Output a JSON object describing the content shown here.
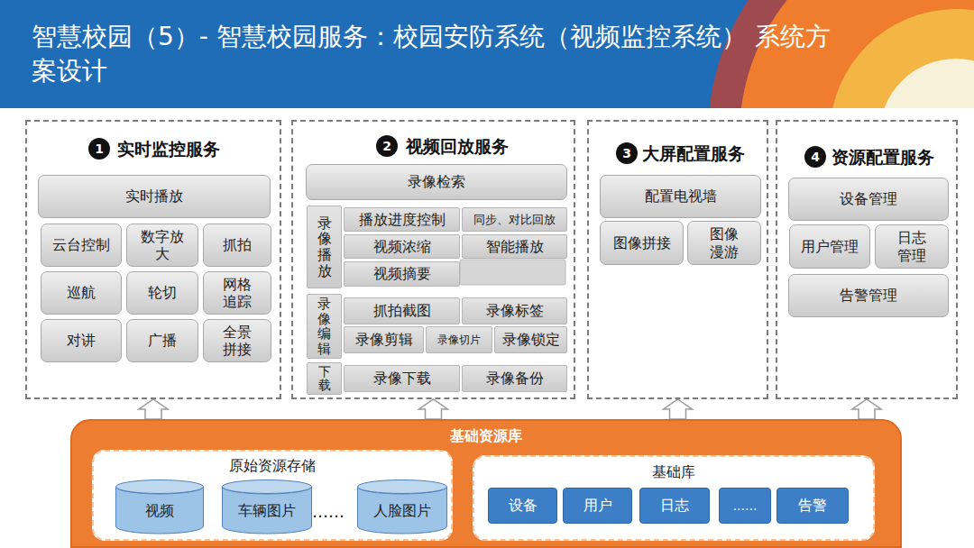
{
  "diagram": {
    "title": "智慧校园（5）- 智慧校园服务：校园安防系统（视频监控系统） 系统方案设计",
    "nodes": [
      {
        "text": [
          "实时监控服务"
        ]
      },
      {
        "text": [
          "1"
        ],
        "in": 0
      },
      {
        "text": [
          "实时播放"
        ],
        "in": 0
      },
      {
        "text": [
          "云台控制"
        ],
        "in": 0
      },
      {
        "text": [
          "数字放 大"
        ],
        "in": 0
      },
      {
        "text": [
          "抓拍"
        ],
        "in": 0
      },
      {
        "text": [
          "巡航"
        ],
        "in": 0
      },
      {
        "text": [
          "轮切"
        ],
        "in": 0
      },
      {
        "text": [
          "网格 追踪"
        ],
        "in": 0
      },
      {
        "text": [
          "对讲"
        ],
        "in": 0
      },
      {
        "text": [
          "广播"
        ],
        "in": 0
      },
      {
        "text": [
          "全景 拼接"
        ],
        "in": 0
      },
      {
        "text": [
          "视频回放服务"
        ]
      },
      {
        "text": [
          "2"
        ],
        "in": 12
      },
      {
        "text": [
          "录像检索"
        ],
        "in": 12
      },
      {
        "text": [
          "录像播放"
        ],
        "in": 12
      },
      {
        "text": [
          "播放进度控制"
        ],
        "in": 12
      },
      {
        "text": [
          "同步、对比回放"
        ],
        "in": 12
      },
      {
        "text": [
          "视频浓缩"
        ],
        "in": 12
      },
      {
        "text": [
          "智能播放"
        ],
        "in": 12
      },
      {
        "text": [
          "视频摘要"
        ],
        "in": 12
      },
      {
        "text": [
          "录像编辑"
        ],
        "in": 12
      },
      {
        "text": [
          "抓拍截图"
        ],
        "in": 12
      },
      {
        "text": [
          "录像标签"
        ],
        "in": 12
      },
      {
        "text": [
          "录像剪辑"
        ],
        "in": 12
      },
      {
        "text": [
          "录像切片"
        ],
        "in": 12
      },
      {
        "text": [
          "录像锁定"
        ],
        "in": 12
      },
      {
        "text": [
          "下载"
        ],
        "in": 12
      },
      {
        "text": [
          "录像下载"
        ],
        "in": 12
      },
      {
        "text": [
          "录像备份"
        ],
        "in": 12
      },
      {
        "text": [
          "大屏配置服务"
        ]
      },
      {
        "text": [
          "3"
        ],
        "in": 30
      },
      {
        "text": [
          "配置电视墙"
        ],
        "in": 30
      },
      {
        "text": [
          "图像拼接"
        ],
        "in": 30
      },
      {
        "text": [
          "图像 漫游"
        ],
        "in": 30
      },
      {
        "text": [
          "资源配置服务"
        ]
      },
      {
        "text": [
          "4"
        ],
        "in": 35
      },
      {
        "text": [
          "设备管理"
        ],
        "in": 35
      },
      {
        "text": [
          "用户管理"
        ],
        "in": 35
      },
      {
        "text": [
          "日志 管理"
        ],
        "in": 35
      },
      {
        "text": [
          "告警管理"
        ],
        "in": 35
      },
      {
        "text": [
          "基础资源库"
        ]
      },
      {
        "text": [
          "原始资源存储"
        ],
        "in": 41
      },
      {
        "text": [
          "视频"
        ],
        "in": 42
      },
      {
        "text": [
          "车辆图片"
        ],
        "in": 42
      },
      {
        "text": [
          "人脸图片"
        ],
        "in": 42
      },
      {
        "text": [
          "基础库"
        ],
        "in": 41
      },
      {
        "text": [
          "设备"
        ],
        "in": 46
      },
      {
        "text": [
          "用户"
        ],
        "in": 46
      },
      {
        "text": [
          "日志"
        ],
        "in": 46
      },
      {
        "text": [
          "......"
        ],
        "in": 46
      },
      {
        "text": [
          "告警"
        ],
        "in": 46
      }
    ],
    "edges": [
      {
        "from": 41,
        "to": 0,
        "arrow": "to"
      },
      {
        "from": 41,
        "to": 12,
        "arrow": "to"
      },
      {
        "from": 41,
        "to": 30,
        "arrow": "to"
      },
      {
        "from": 41,
        "to": 35,
        "arrow": "to"
      }
    ],
    "labels": [
      "……"
    ]
  }
}
